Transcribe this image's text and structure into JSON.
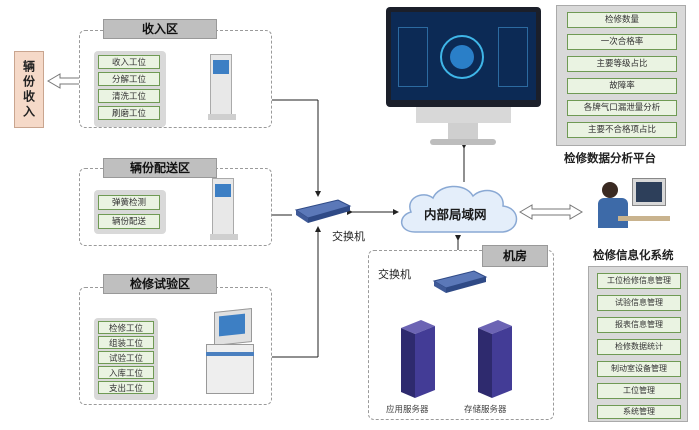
{
  "intake": {
    "label": "辆份收入"
  },
  "zones": {
    "receive": {
      "title": "收入区",
      "items": [
        "收入工位",
        "分解工位",
        "清洗工位",
        "刷磨工位"
      ]
    },
    "dispatch": {
      "title": "辆份配送区",
      "items": [
        "弹簧检测",
        "辆份配送"
      ]
    },
    "test": {
      "title": "检修试验区",
      "items": [
        "检修工位",
        "组装工位",
        "试验工位",
        "入库工位",
        "支出工位"
      ]
    }
  },
  "switch_main": {
    "label": "交换机"
  },
  "network": {
    "label": "内部局域网"
  },
  "server_room": {
    "title": "机房",
    "switch_label": "交换机",
    "servers": [
      "应用服务器",
      "存储服务器"
    ]
  },
  "analysis": {
    "items": [
      "检修数量",
      "一次合格率",
      "主要等级占比",
      "故障率",
      "各牌气口漏泄量分析",
      "主要不合格项占比"
    ],
    "title": "检修数据分析平台"
  },
  "info_system": {
    "title": "检修信息化系统",
    "items": [
      "工位检修信息管理",
      "试验信息管理",
      "报表信息管理",
      "检修数据统计",
      "制动室设备管理",
      "工位管理",
      "系统管理"
    ]
  }
}
